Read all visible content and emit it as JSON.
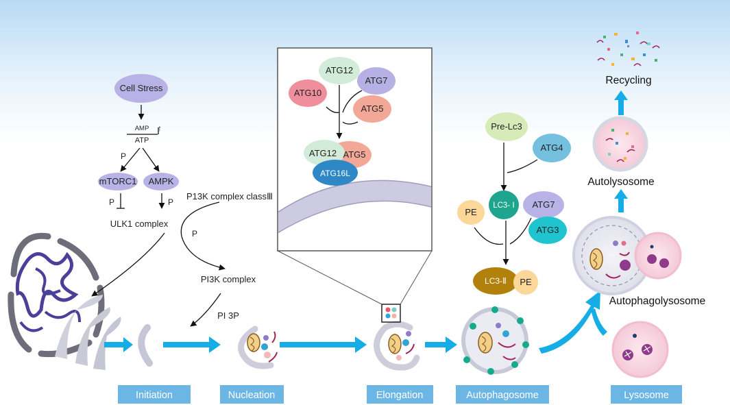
{
  "colors": {
    "arrow_blue": "#16ade6",
    "stage_label_bg": "#6cb6e6",
    "oval_purple": "#b9b2e6",
    "membrane": "#d1cfe2",
    "sky_top": "#b8dbf5"
  },
  "pathway": {
    "cell_stress": "Cell Stress",
    "amp": "AMP",
    "atp": "ATP",
    "amp_atp_arrow": "↑",
    "p1": "P",
    "p2": "P",
    "p3": "P",
    "mtorc1": "mTORC1",
    "ampk": "AMPK",
    "ulk1": "ULK1 complex",
    "pi3k_class3": "P13K complex classⅢ",
    "p4": "P",
    "pi3k_complex": "PI3K complex",
    "pi3p": "PI 3P"
  },
  "inset": {
    "atg12": "ATG12",
    "atg7": "ATG7",
    "atg10": "ATG10",
    "atg5": "ATG5",
    "atg12b": "ATG12",
    "atg5b": "ATG5",
    "atg16l": "ATG16L"
  },
  "lc3": {
    "pre_lc3": "Pre-Lc3",
    "atg4": "ATG4",
    "pe": "PE",
    "lc3_1": "LC3- Ⅰ",
    "atg7": "ATG7",
    "atg3": "ATG3",
    "lc3_2": "LC3-Ⅱ",
    "pe2": "PE"
  },
  "labels": {
    "recycling": "Recycling",
    "autolysosome": "Autolysosome",
    "autophagolysosome": "Autophagolysosome"
  },
  "stages": {
    "initiation": "Initiation",
    "nucleation": "Nucleation",
    "elongation": "Elongation",
    "autophagosome": "Autophagosome",
    "lysosome": "Lysosome"
  }
}
